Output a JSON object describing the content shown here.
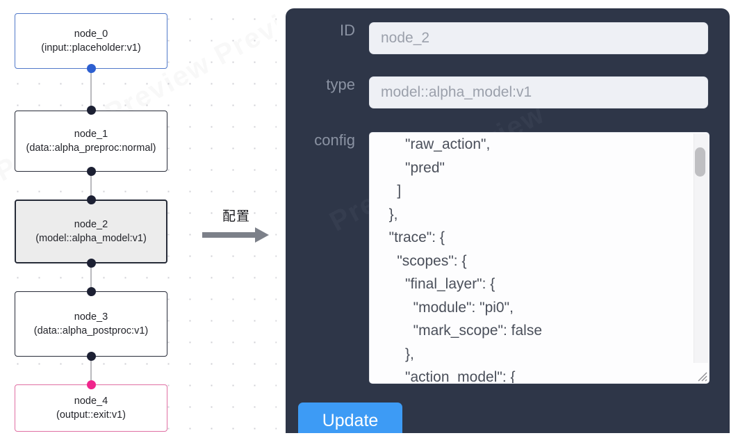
{
  "graph": {
    "nodes": [
      {
        "id": "node_0",
        "title": "node_0",
        "subtitle": "(input::placeholder:v1)",
        "role": "input",
        "selected": false
      },
      {
        "id": "node_1",
        "title": "node_1",
        "subtitle": "(data::alpha_preproc:normal)",
        "role": "data",
        "selected": false
      },
      {
        "id": "node_2",
        "title": "node_2",
        "subtitle": "(model::alpha_model:v1)",
        "role": "model",
        "selected": true
      },
      {
        "id": "node_3",
        "title": "node_3",
        "subtitle": "(data::alpha_postproc:v1)",
        "role": "data",
        "selected": false
      },
      {
        "id": "node_4",
        "title": "node_4",
        "subtitle": "(output::exit:v1)",
        "role": "output",
        "selected": false
      }
    ],
    "colors": {
      "input_border": "#5179c9",
      "output_border": "#e06fa3",
      "default_border": "#272b38",
      "selected_fill": "#ececec",
      "edge": "#b9b9bd",
      "handle": "#1c2033",
      "handle_input": "#2d5fd0",
      "handle_output": "#f0258c"
    }
  },
  "transition": {
    "label": "配置",
    "arrow_color": "#7c8089"
  },
  "panel": {
    "background": "#2e3648",
    "fields": [
      {
        "key": "id",
        "label": "ID",
        "value": "node_2"
      },
      {
        "key": "type",
        "label": "type",
        "value": "model::alpha_model:v1"
      },
      {
        "key": "config",
        "label": "config"
      }
    ],
    "config_value": "      \"raw_action\",\n      \"pred\"\n    ]\n  },\n  \"trace\": {\n    \"scopes\": {\n      \"final_layer\": {\n        \"module\": \"pi0\",\n        \"mark_scope\": false\n      },\n      \"action_model\": {",
    "update_label": "Update",
    "update_color": "#3d9bf5",
    "label_color": "#8b93a3",
    "field_bg": "#eef0f5"
  }
}
